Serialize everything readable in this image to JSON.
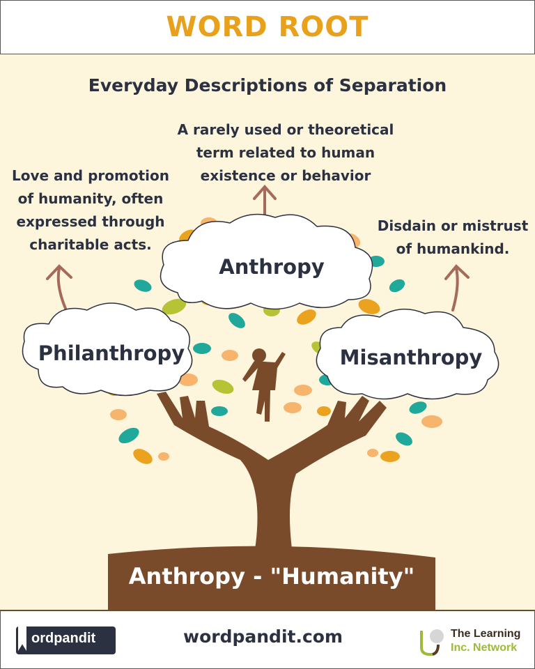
{
  "header": {
    "title": "WORD ROOT"
  },
  "subtitle": "Everyday Descriptions of Separation",
  "nodes": {
    "center": {
      "word": "Anthropy",
      "description": "A rarely used or theoretical term related to human existence or behavior"
    },
    "left": {
      "word": "Philanthropy",
      "description": "Love and promotion of humanity, often expressed through charitable acts."
    },
    "right": {
      "word": "Misanthropy",
      "description": "Disdain or mistrust of humankind."
    }
  },
  "root": "Anthropy - \"Humanity\"",
  "footer": {
    "logo_text": "ordpandit",
    "logo_full": "wordpandit",
    "site": "wordpandit.com",
    "network_line1": "The Learning",
    "network_line2": "Inc. Network"
  },
  "colors": {
    "title": "#E9A11B",
    "text": "#2B3140",
    "trunk": "#7A4B2A",
    "leaf_orange": "#EAA21F",
    "leaf_teal": "#20A89A",
    "leaf_green": "#B6C335",
    "leaf_peach": "#F6B46C",
    "arrow": "#A56A5A"
  }
}
